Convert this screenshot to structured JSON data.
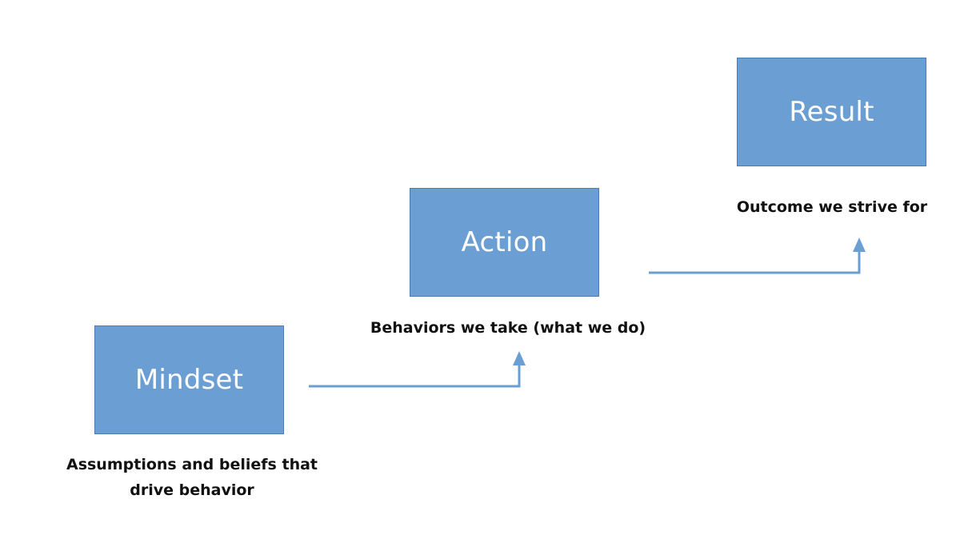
{
  "diagram": {
    "steps": [
      {
        "label": "Mindset",
        "caption_line1": "Assumptions and beliefs that",
        "caption_line2": "drive behavior"
      },
      {
        "label": "Action",
        "caption": "Behaviors we take (what we do)"
      },
      {
        "label": "Result",
        "caption": "Outcome we strive for"
      }
    ],
    "colors": {
      "box_fill": "#6b9fd4",
      "box_border": "#4a7cb3",
      "box_text": "#ffffff",
      "arrow": "#6b9fd4",
      "caption_text": "#111111"
    }
  }
}
